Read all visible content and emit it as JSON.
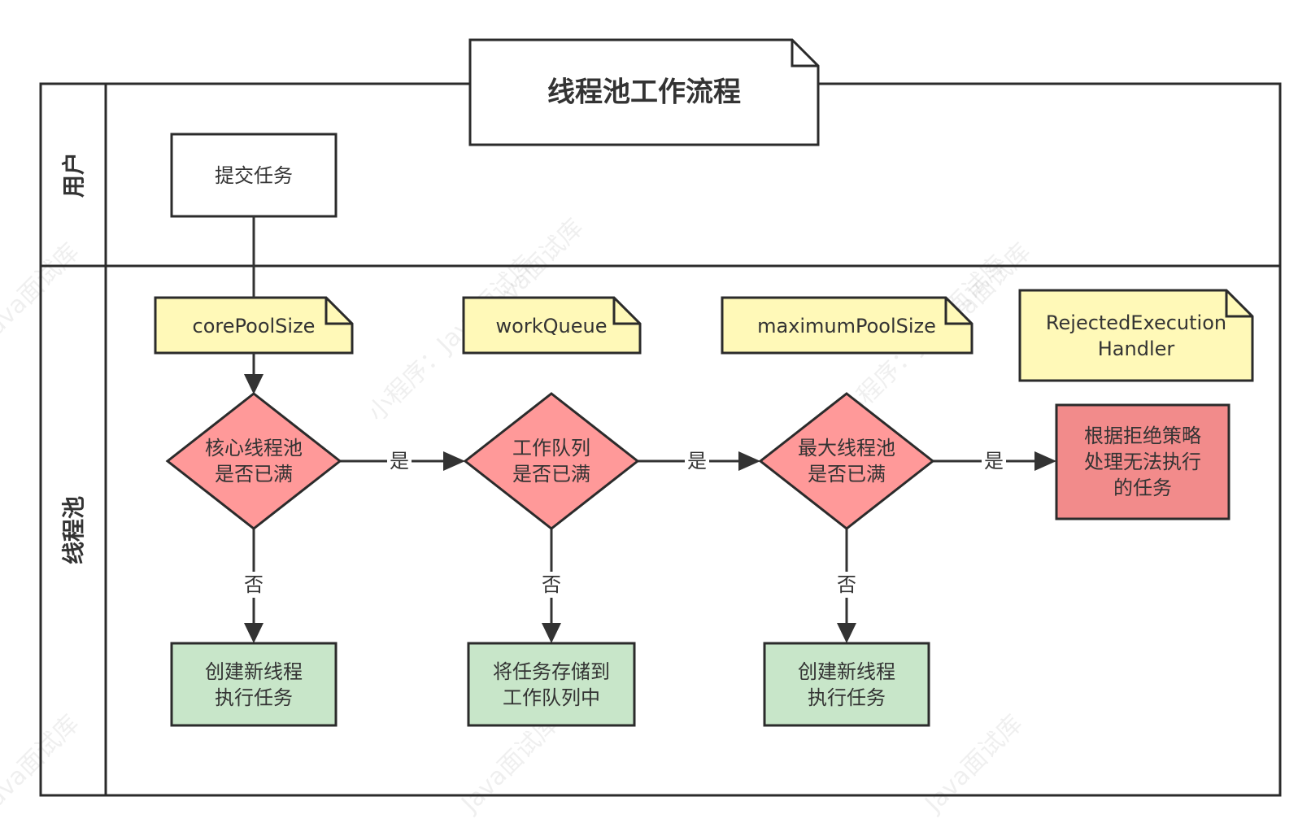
{
  "title": "线程池工作流程",
  "lanes": {
    "user": "用户",
    "pool": "线程池"
  },
  "submit": "提交任务",
  "notes": {
    "core": "corePoolSize",
    "queue": "workQueue",
    "max": "maximumPoolSize",
    "handler_line1": "RejectedExecution",
    "handler_line2": "Handler"
  },
  "decisions": {
    "d1": [
      "核心线程池",
      "是否已满"
    ],
    "d2": [
      "工作队列",
      "是否已满"
    ],
    "d3": [
      "最大线程池",
      "是否已满"
    ]
  },
  "results": {
    "r1": [
      "创建新线程",
      "执行任务"
    ],
    "r2": [
      "将任务存储到",
      "工作队列中"
    ],
    "r3": [
      "创建新线程",
      "执行任务"
    ],
    "reject": [
      "根据拒绝策略",
      "处理无法执行",
      "的任务"
    ]
  },
  "edge_labels": {
    "yes": "是",
    "no": "否"
  },
  "watermarks": [
    "Java面试库",
    "小程序：Java面试库"
  ],
  "colors": {
    "note_fill": "#fff9b8",
    "decision_fill": "#ff9999",
    "result_fill": "#c8e6c9",
    "reject_fill": "#f28b8b",
    "stroke": "#2b2b2b"
  }
}
